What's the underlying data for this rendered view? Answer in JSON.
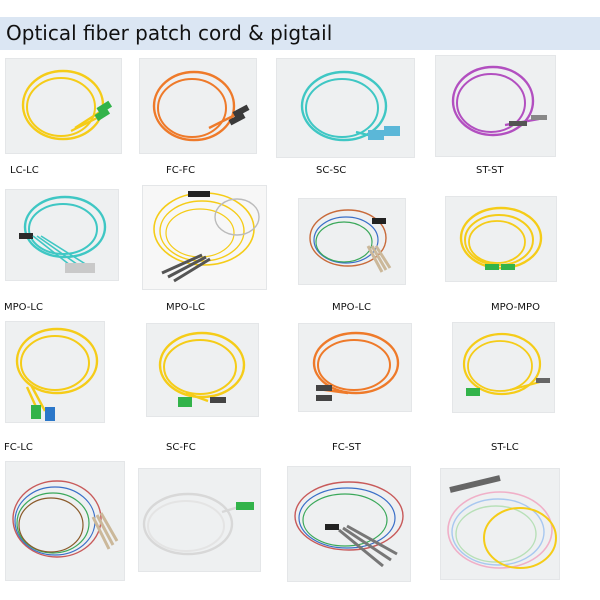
{
  "header": {
    "title": "Optical fiber patch cord & pigtail"
  },
  "captions": {
    "r1": [
      "LC-LC",
      "FC-FC",
      "SC-SC",
      "ST-ST"
    ],
    "r2": [
      "MPO-LC",
      "MPO-LC",
      "MPO-LC",
      "MPO-MPO"
    ],
    "r3": [
      "FC-LC",
      "SC-FC",
      "FC-ST",
      "ST-LC"
    ]
  },
  "colors": {
    "header_bg": "#dbe6f3",
    "yellow_cable": "#f5cc18",
    "orange_cable": "#ee7a2a",
    "aqua_cable": "#3fc7c4",
    "violet_cable": "#b24fc0",
    "apc_green": "#32b34a",
    "upc_blue": "#2b77c9"
  }
}
